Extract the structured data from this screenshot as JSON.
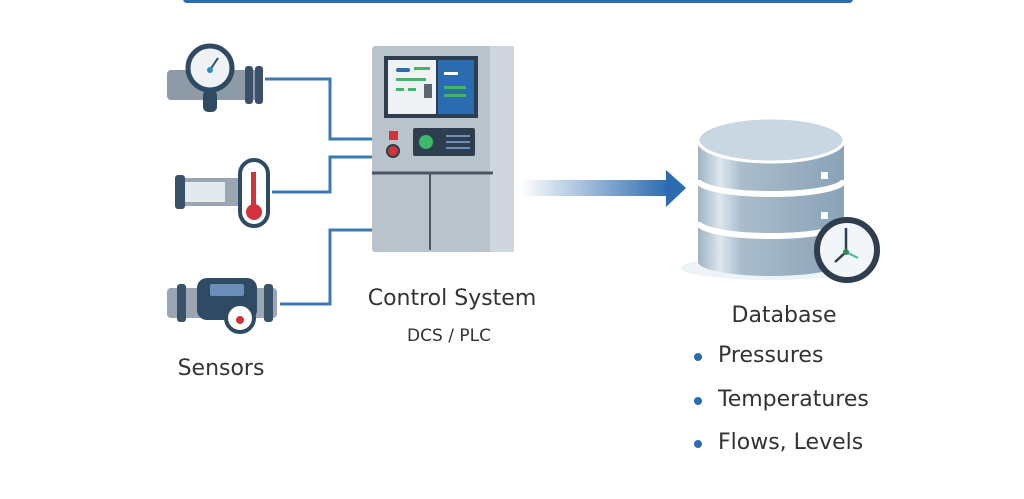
{
  "sensors": {
    "label": "Sensors",
    "items": [
      "pressure-gauge",
      "thermometer",
      "flow-meter"
    ]
  },
  "control_system": {
    "title": "Control System",
    "subtitle": "DCS / PLC"
  },
  "database": {
    "title": "Database",
    "items": [
      "Pressures",
      "Temperatures",
      "Flows, Levels"
    ]
  },
  "colors": {
    "accent": "#2b6cb0",
    "wire": "#3b78b5",
    "cabinet": "#b9c3cc",
    "db": "#a9bccb",
    "alarm": "#d0343a",
    "ok": "#3cb86a"
  }
}
